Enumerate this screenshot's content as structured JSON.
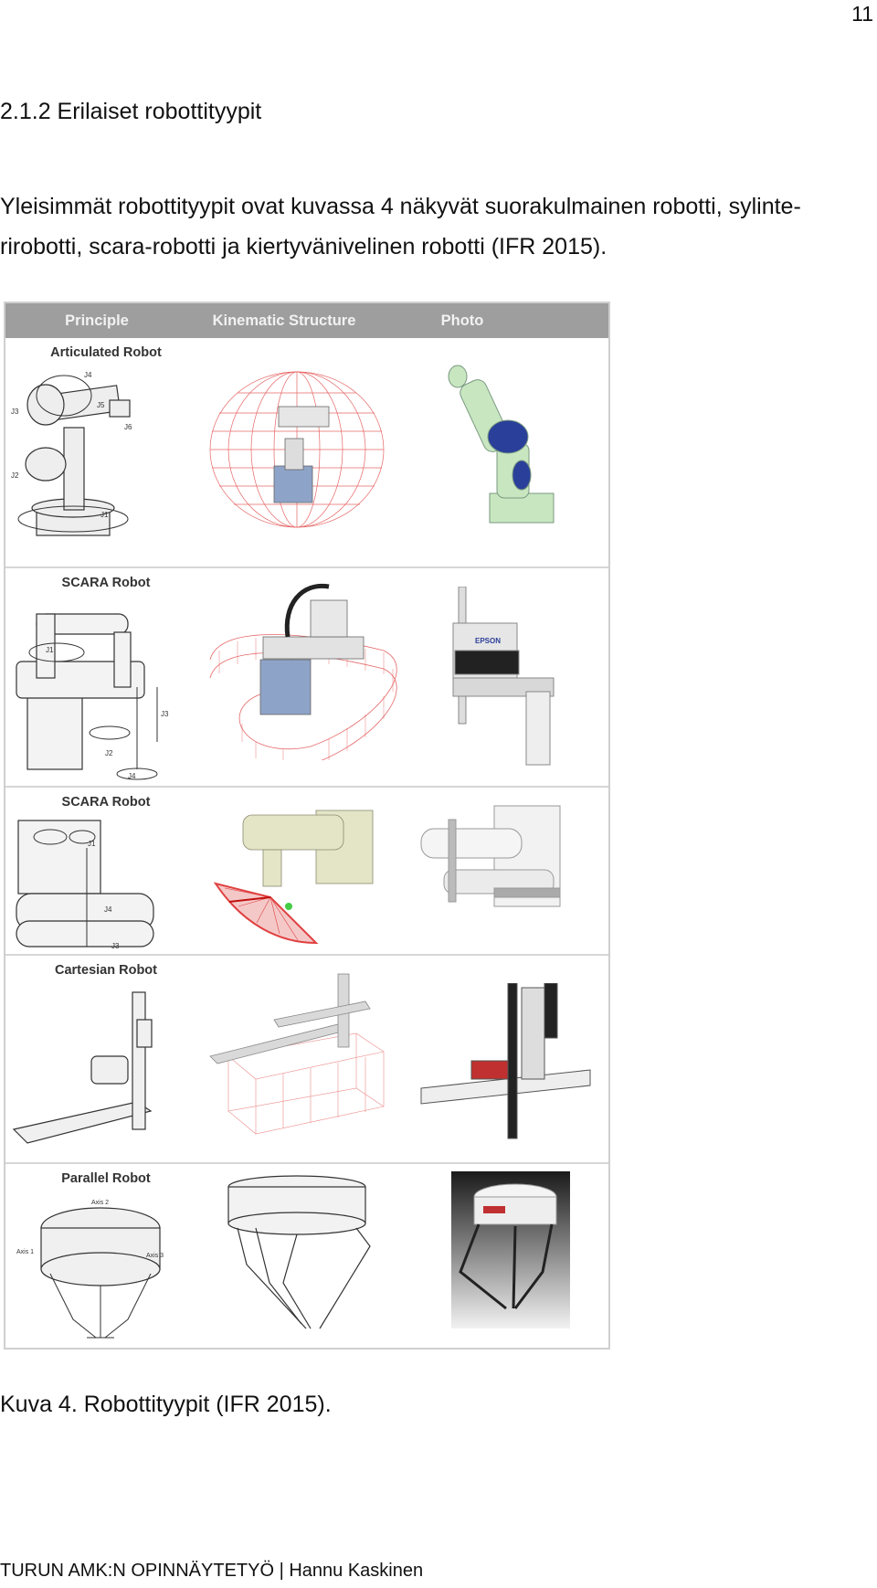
{
  "page": {
    "number": "11",
    "heading": "2.1.2 Erilaiset robottityypit",
    "paragraph_line1": "Yleisimmät robottityypit ovat kuvassa 4 näkyvät suorakulmainen robotti, sylinte-",
    "paragraph_line2": "rirobotti, scara-robotti ja kiertyvänivelinen robotti (IFR 2015).",
    "caption": "Kuva 4. Robottityypit (IFR 2015).",
    "footer": "TURUN AMK:N OPINNÄYTETYÖ | Hannu Kaskinen"
  },
  "figure": {
    "columns": [
      "Principle",
      "Kinematic Structure",
      "Photo"
    ],
    "rows": [
      {
        "label": "Articulated Robot",
        "joint_labels": [
          "J1",
          "J2",
          "J3",
          "J4",
          "J5",
          "J6"
        ]
      },
      {
        "label": "SCARA Robot",
        "joint_labels": [
          "J1",
          "J2",
          "J3",
          "J4"
        ],
        "photo_brand": "EPSON"
      },
      {
        "label": "SCARA Robot",
        "joint_labels": [
          "J1",
          "J3",
          "J4"
        ]
      },
      {
        "label": "Cartesian Robot"
      },
      {
        "label": "Parallel Robot",
        "axis_labels": [
          "Axis 1",
          "Axis 2",
          "Axis 3"
        ]
      }
    ],
    "colors": {
      "header_bg": "#9e9e9e",
      "wireframe": "#e04040",
      "robot_green": "#c8e6c0",
      "robot_blue": "#2a3f9a",
      "scara_blue": "#8ea3c8"
    }
  }
}
